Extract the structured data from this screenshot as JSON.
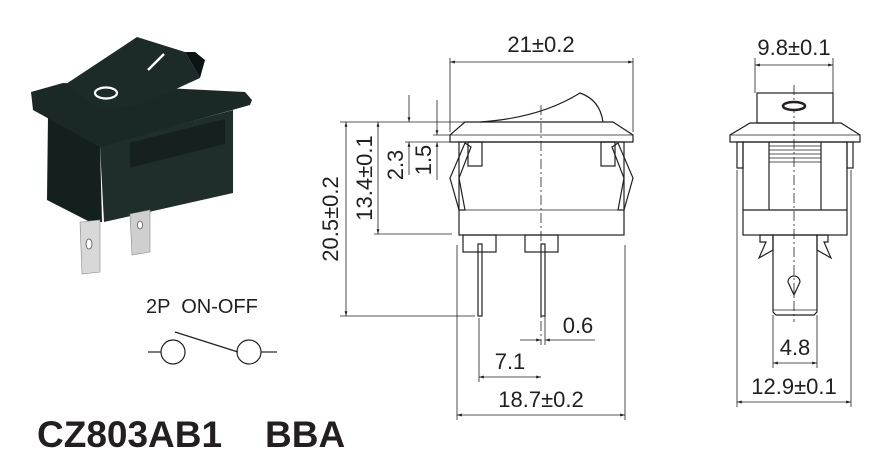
{
  "product": {
    "model": "CZ803AB1",
    "variant": "BBA"
  },
  "schematic": {
    "label": "2P  ON-OFF"
  },
  "rocker_marks": {
    "off": "O",
    "on": "I"
  },
  "side_view": {
    "width": "21±0.2",
    "total_height": "20.5±0.2",
    "body_height": "13.4±0.1",
    "flange_offset_a": "2.3",
    "flange_offset_b": "1.5",
    "pin_thickness": "0.6",
    "pin_spacing": "7.1",
    "body_width": "18.7±0.2"
  },
  "front_view": {
    "rocker_width": "9.8±0.1",
    "terminal_width": "4.8",
    "body_width": "12.9±0.1"
  },
  "colors": {
    "switch_body": "#1c2a28",
    "terminal": "#d8d8d8",
    "line": "#231f20"
  }
}
